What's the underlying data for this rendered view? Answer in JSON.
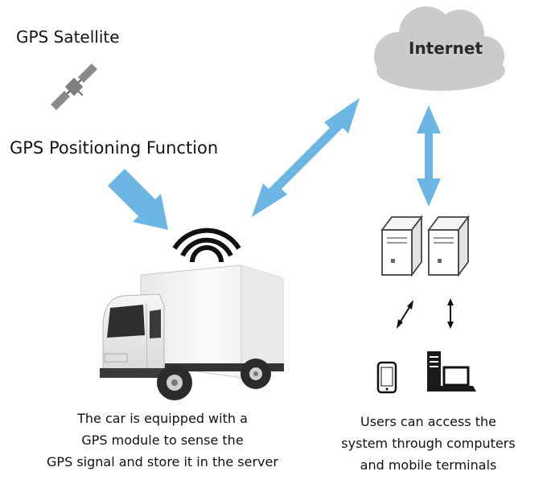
{
  "labels": {
    "satellite": "GPS Satellite",
    "positioning": "GPS Positioning Function",
    "internet": "Internet"
  },
  "captions": {
    "car": [
      "The car is equipped with a",
      "GPS module to sense the",
      "GPS signal and store it in the server"
    ],
    "users": [
      "Users can access the",
      "system through computers",
      "and mobile terminals"
    ]
  },
  "colors": {
    "arrow": "#6cb6e6",
    "cloud": "#cbcbcb",
    "satellite": "#7f7f7f",
    "truck_body": "#f2f2f2",
    "cab_accent": "#3a3a3a"
  },
  "icons": [
    "satellite-icon",
    "cloud-icon",
    "wifi-signal-icon",
    "truck-icon",
    "server-icon",
    "smartphone-icon",
    "desktop-computer-icon",
    "laptop-icon"
  ]
}
